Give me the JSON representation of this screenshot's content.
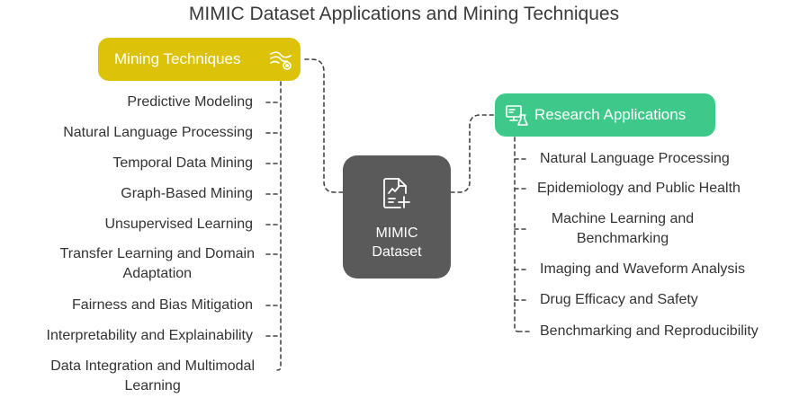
{
  "title": "MIMIC Dataset Applications and Mining Techniques",
  "center": {
    "line1": "MIMIC",
    "line2": "Dataset",
    "icon": "document-plus-icon"
  },
  "mining": {
    "label": "Mining Techniques",
    "icon": "wind-gear-icon",
    "color": "#DCC208",
    "items": [
      "Predictive Modeling",
      "Natural Language Processing",
      "Temporal Data Mining",
      "Graph-Based Mining",
      "Unsupervised Learning",
      [
        "Transfer Learning and Domain",
        "Adaptation"
      ],
      "Fairness and Bias Mitigation",
      "Interpretability and Explainability",
      [
        "Data Integration and Multimodal",
        "Learning"
      ]
    ]
  },
  "research": {
    "label": "Research Applications",
    "icon": "monitor-flask-icon",
    "color": "#3EC98A",
    "items": [
      "Natural Language Processing",
      "Epidemiology and Public Health",
      [
        "Machine Learning and",
        "Benchmarking"
      ],
      "Imaging and Waveform Analysis",
      "Drug Efficacy and Safety",
      "Benchmarking and Reproducibility"
    ]
  },
  "center_color": "#5A5A5A"
}
